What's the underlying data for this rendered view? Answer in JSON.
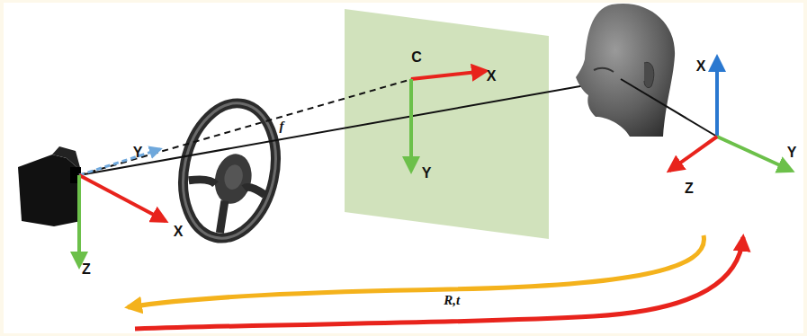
{
  "diagram": {
    "labels": [
      "Y",
      "C",
      "X",
      "X",
      "Y",
      "Z",
      "X",
      "Y",
      "Z",
      "f",
      "R,t⃗"
    ]
  }
}
